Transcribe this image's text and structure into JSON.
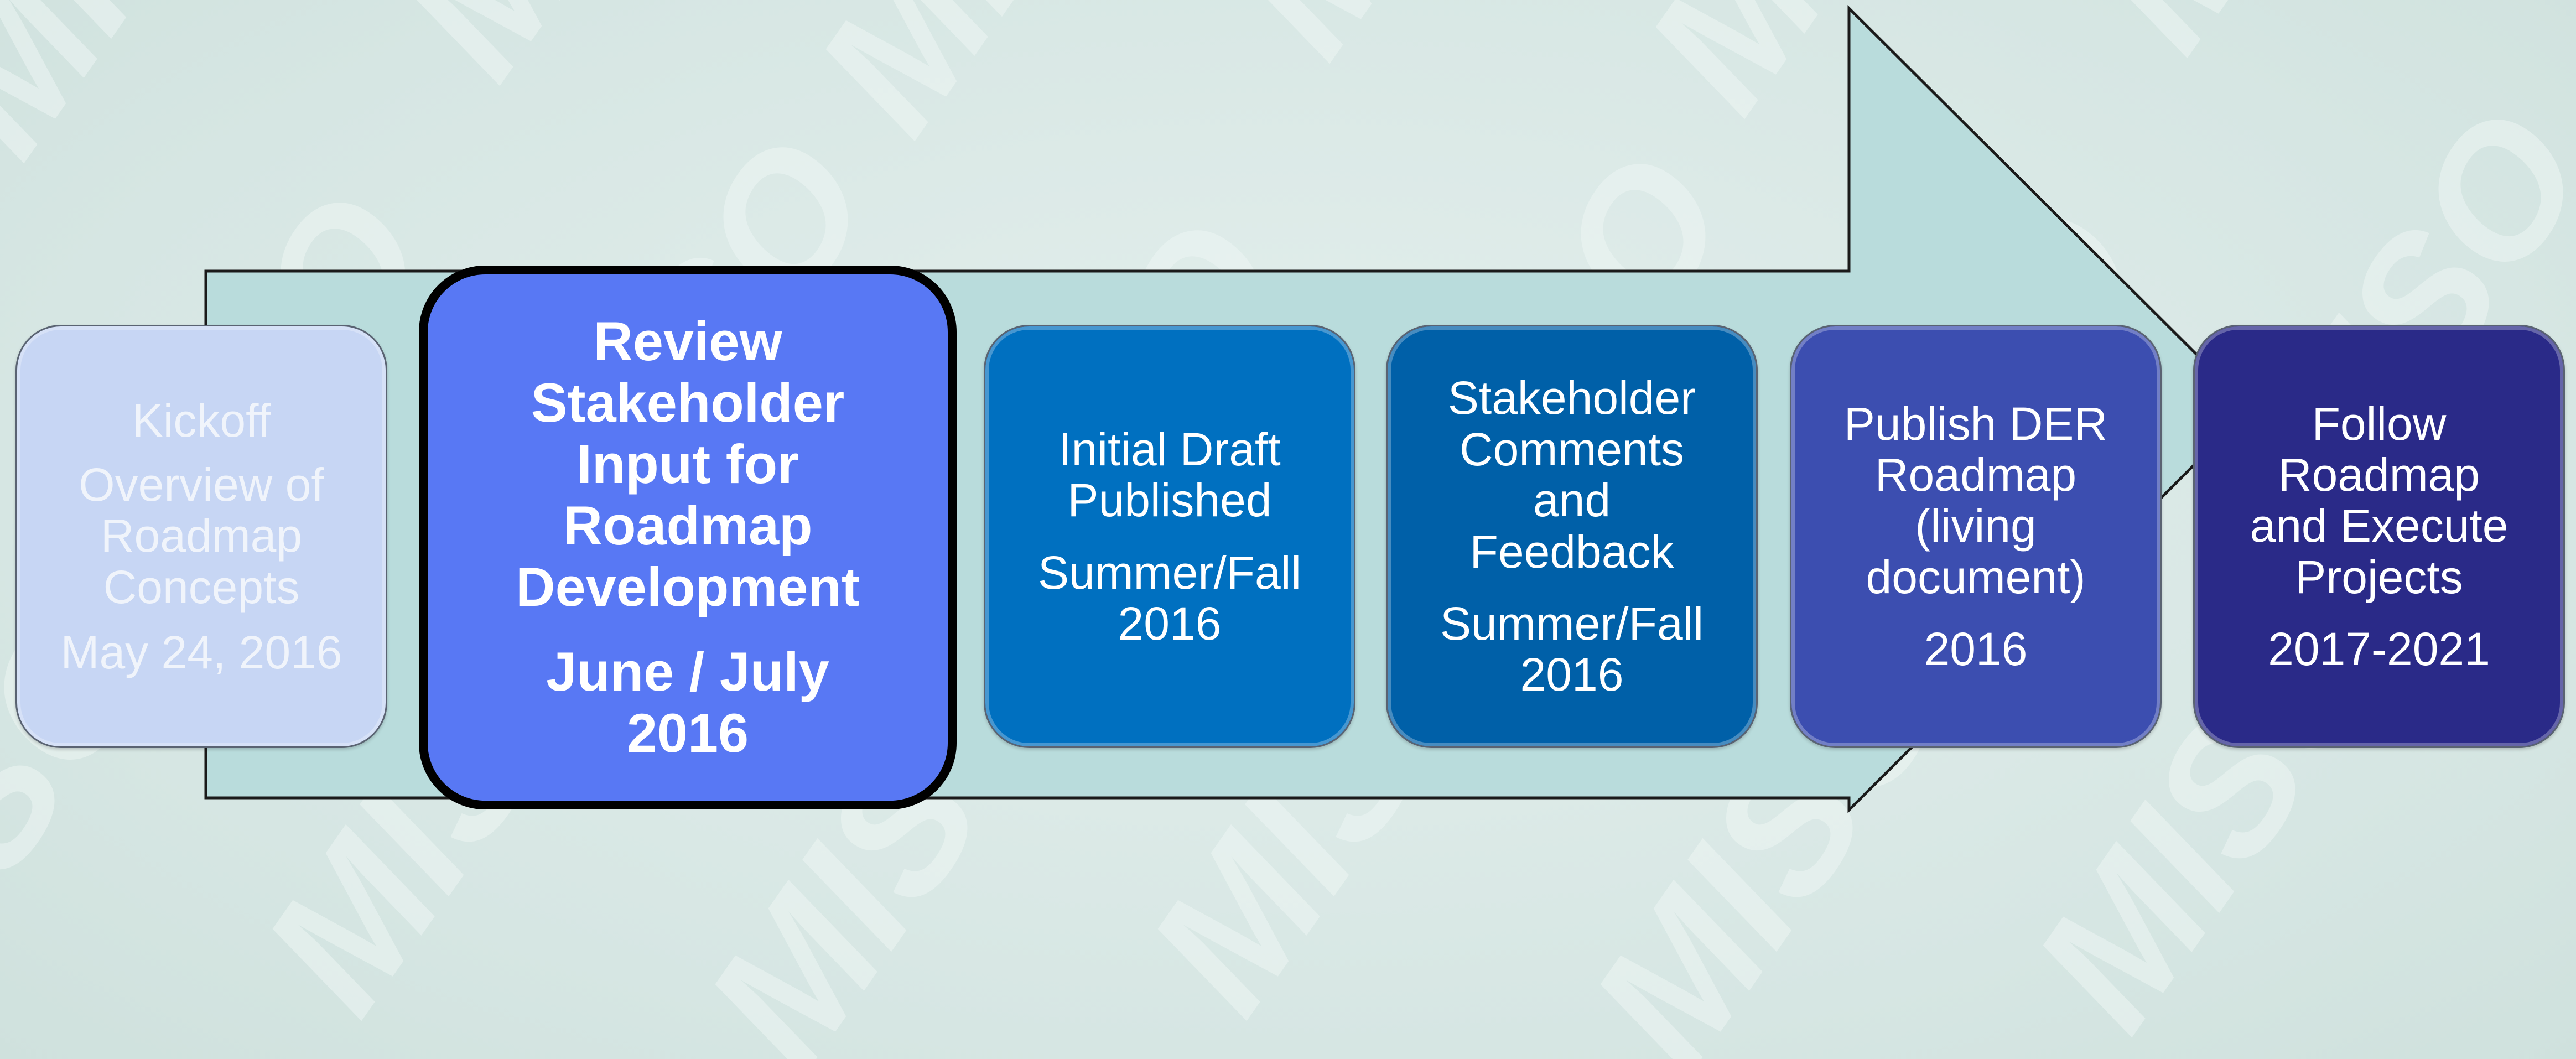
{
  "colors": {
    "background": "#dce9e7",
    "arrow_fill": "#b9dcdc",
    "arrow_stroke": "#1a1a1a",
    "watermark": "#eef6f4"
  },
  "watermark_text": "MISO",
  "steps": [
    {
      "title": "Kickoff",
      "description": "Overview of\nRoadmap\nConcepts",
      "date": "May 24, 2016",
      "color": "#c7d6f4",
      "highlighted": false
    },
    {
      "title": "Review\nStakeholder\nInput for\nRoadmap\nDevelopment",
      "date": "June / July\n2016",
      "color": "#5878f4",
      "highlighted": true
    },
    {
      "title": "Initial Draft\nPublished",
      "date": "Summer/Fall\n2016",
      "color": "#0070c0",
      "highlighted": false
    },
    {
      "title": "Stakeholder\nComments\nand\nFeedback",
      "date": "Summer/Fall\n2016",
      "color": "#0060a8",
      "highlighted": false
    },
    {
      "title": "Publish DER\nRoadmap\n(living\ndocument)",
      "date": "2016",
      "color": "#3c4eb0",
      "highlighted": false
    },
    {
      "title": "Follow\nRoadmap\nand Execute\nProjects",
      "date": "2017-2021",
      "color": "#2a2a88",
      "highlighted": false
    }
  ]
}
